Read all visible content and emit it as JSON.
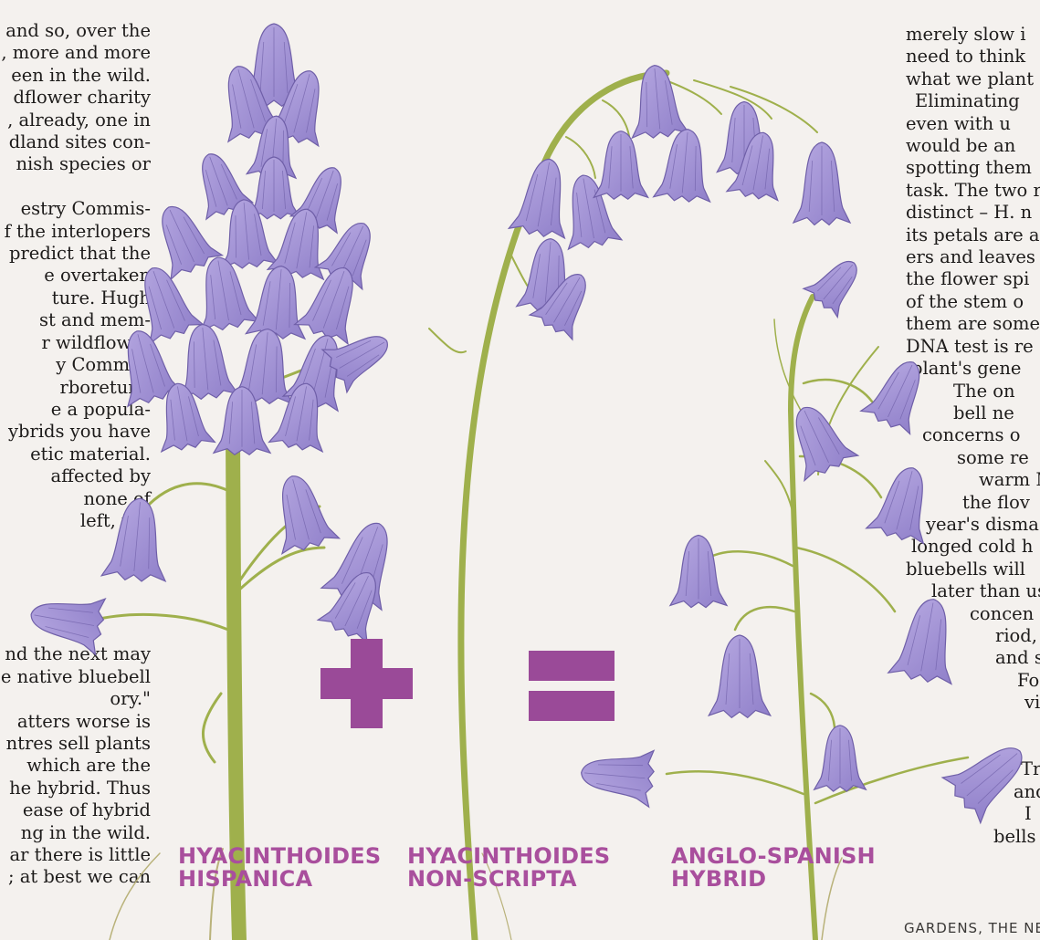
{
  "article": {
    "left_column": [
      "and so, over the",
      ", more and more",
      "een in the wild.",
      "dflower charity",
      ", already, one in",
      "dland sites con-",
      "nish species or",
      "",
      "estry Commis-",
      "f the interlopers",
      "predict that the",
      "e overtaken",
      "ture. Hugh",
      "st and mem-",
      "r wildflower",
      "y Commis-",
      "rboretum,",
      "e a popula-",
      "ybrids you have",
      "etic material.",
      "affected by",
      "none of",
      "left, the",
      "e",
      "n",
      "",
      "",
      "",
      "nd the next may",
      "e native bluebell",
      "ory.\"",
      "atters worse is",
      "ntres sell plants",
      "which are the",
      "he hybrid. Thus",
      "ease of hybrid",
      "ng in the wild.",
      "ar there is little",
      "; at best we can"
    ],
    "right_column": [
      {
        "text": "merely slow i",
        "indent": 0
      },
      {
        "text": "need to think",
        "indent": 0
      },
      {
        "text": "what we plant",
        "indent": 0
      },
      {
        "text": "Eliminating",
        "indent": 10
      },
      {
        "text": "even with u",
        "indent": 0
      },
      {
        "text": "would be an",
        "indent": 0
      },
      {
        "text": "spotting them",
        "indent": 0
      },
      {
        "text": "task. The two r",
        "indent": 0
      },
      {
        "text": "distinct – H. n",
        "indent": 0
      },
      {
        "text": "its petals are a",
        "indent": 0
      },
      {
        "text": "ers and leaves",
        "indent": 0
      },
      {
        "text": "the flower spi",
        "indent": 0
      },
      {
        "text": "of the stem o",
        "indent": 0
      },
      {
        "text": "them are some",
        "indent": 0
      },
      {
        "text": "DNA test is re",
        "indent": 0
      },
      {
        "text": "plant's gene",
        "indent": 6
      },
      {
        "text": "The on",
        "indent": 52
      },
      {
        "text": "bell ne",
        "indent": 52
      },
      {
        "text": "concerns o",
        "indent": 18
      },
      {
        "text": "some re",
        "indent": 56
      },
      {
        "text": "warm M",
        "indent": 80
      },
      {
        "text": "the flov",
        "indent": 62
      },
      {
        "text": "year's disma",
        "indent": 22
      },
      {
        "text": "longed cold h",
        "indent": 6
      },
      {
        "text": "bluebells will",
        "indent": 0
      },
      {
        "text": "later than us",
        "indent": 28
      },
      {
        "text": "concen",
        "indent": 70
      },
      {
        "text": "riod,",
        "indent": 98
      },
      {
        "text": "and s",
        "indent": 98
      },
      {
        "text": "Fo",
        "indent": 122
      },
      {
        "text": "vi",
        "indent": 130
      },
      {
        "text": "",
        "indent": 0
      },
      {
        "text": "",
        "indent": 0
      },
      {
        "text": "Tr",
        "indent": 126
      },
      {
        "text": "and",
        "indent": 118
      },
      {
        "text": "I",
        "indent": 130
      },
      {
        "text": "bells",
        "indent": 96
      }
    ]
  },
  "illustration": {
    "labels": [
      {
        "line1": "HYACINTHOIDES",
        "line2": "HISPANICA"
      },
      {
        "line1": "HYACINTHOIDES",
        "line2": "NON-SCRIPTA"
      },
      {
        "line1": "ANGLO-SPANISH",
        "line2": "HYBRID"
      }
    ],
    "operator_plus": "+",
    "operator_equals": "=",
    "colors": {
      "label": "#a94f9d",
      "operator": "#9a4a98",
      "petal": "#a99ad8",
      "petal_dark": "#6f5fa8",
      "stem": "#9fb04c"
    }
  },
  "footer": "GARDENS, THE NE"
}
